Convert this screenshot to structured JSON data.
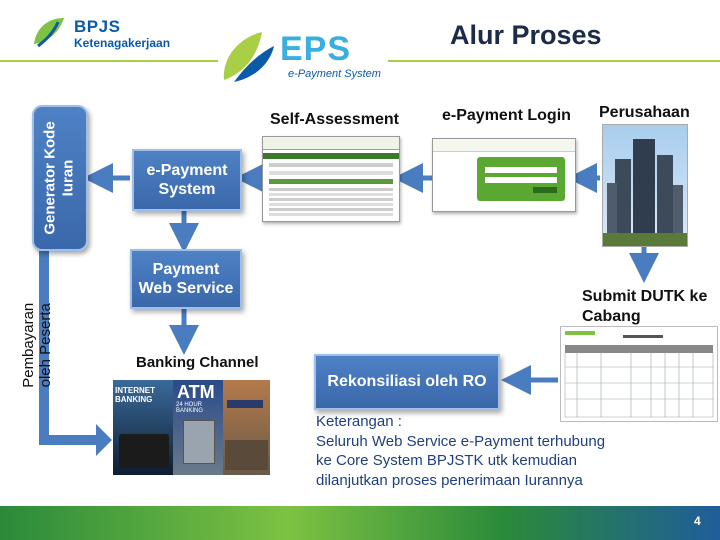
{
  "header": {
    "brand_name": "BPJS",
    "brand_sub": "Ketenagakerjaan",
    "eps_logo_text": "EPS",
    "eps_logo_sub": "e-Payment System",
    "title": "Alur Proses"
  },
  "nodes": {
    "generator": "Generator Kode\nIuran",
    "eps_system": "e-Payment\nSystem",
    "payment_ws": "Payment\nWeb Service",
    "rekonsiliasi": "Rekonsiliasi oleh RO"
  },
  "labels": {
    "self_assessment": "Self-Assessment",
    "epayment_login": "e-Payment Login",
    "perusahaan": "Perusahaan",
    "submit_dutk": "Submit DUTK ke\nCabang",
    "banking_channel": "Banking Channel",
    "pembayaran": "Pembayaran\noleh Peserta"
  },
  "banking_images": {
    "internet_banking": "INTERNET BANKING",
    "atm": "ATM",
    "atm_sub": "24 HOUR BANKING"
  },
  "note": {
    "heading": "Keterangan :",
    "line1": "Seluruh Web Service e-Payment terhubung",
    "line2": "ke Core System BPJSTK utk kemudian",
    "line3": "dilanjutkan proses penerimaan Iurannya"
  },
  "page_number": "4",
  "colors": {
    "box_blue": "#4a7cc0",
    "arrow_blue": "#4a7cc0",
    "accent_green": "#a8cf45",
    "title_dark": "#1c2b4a"
  }
}
